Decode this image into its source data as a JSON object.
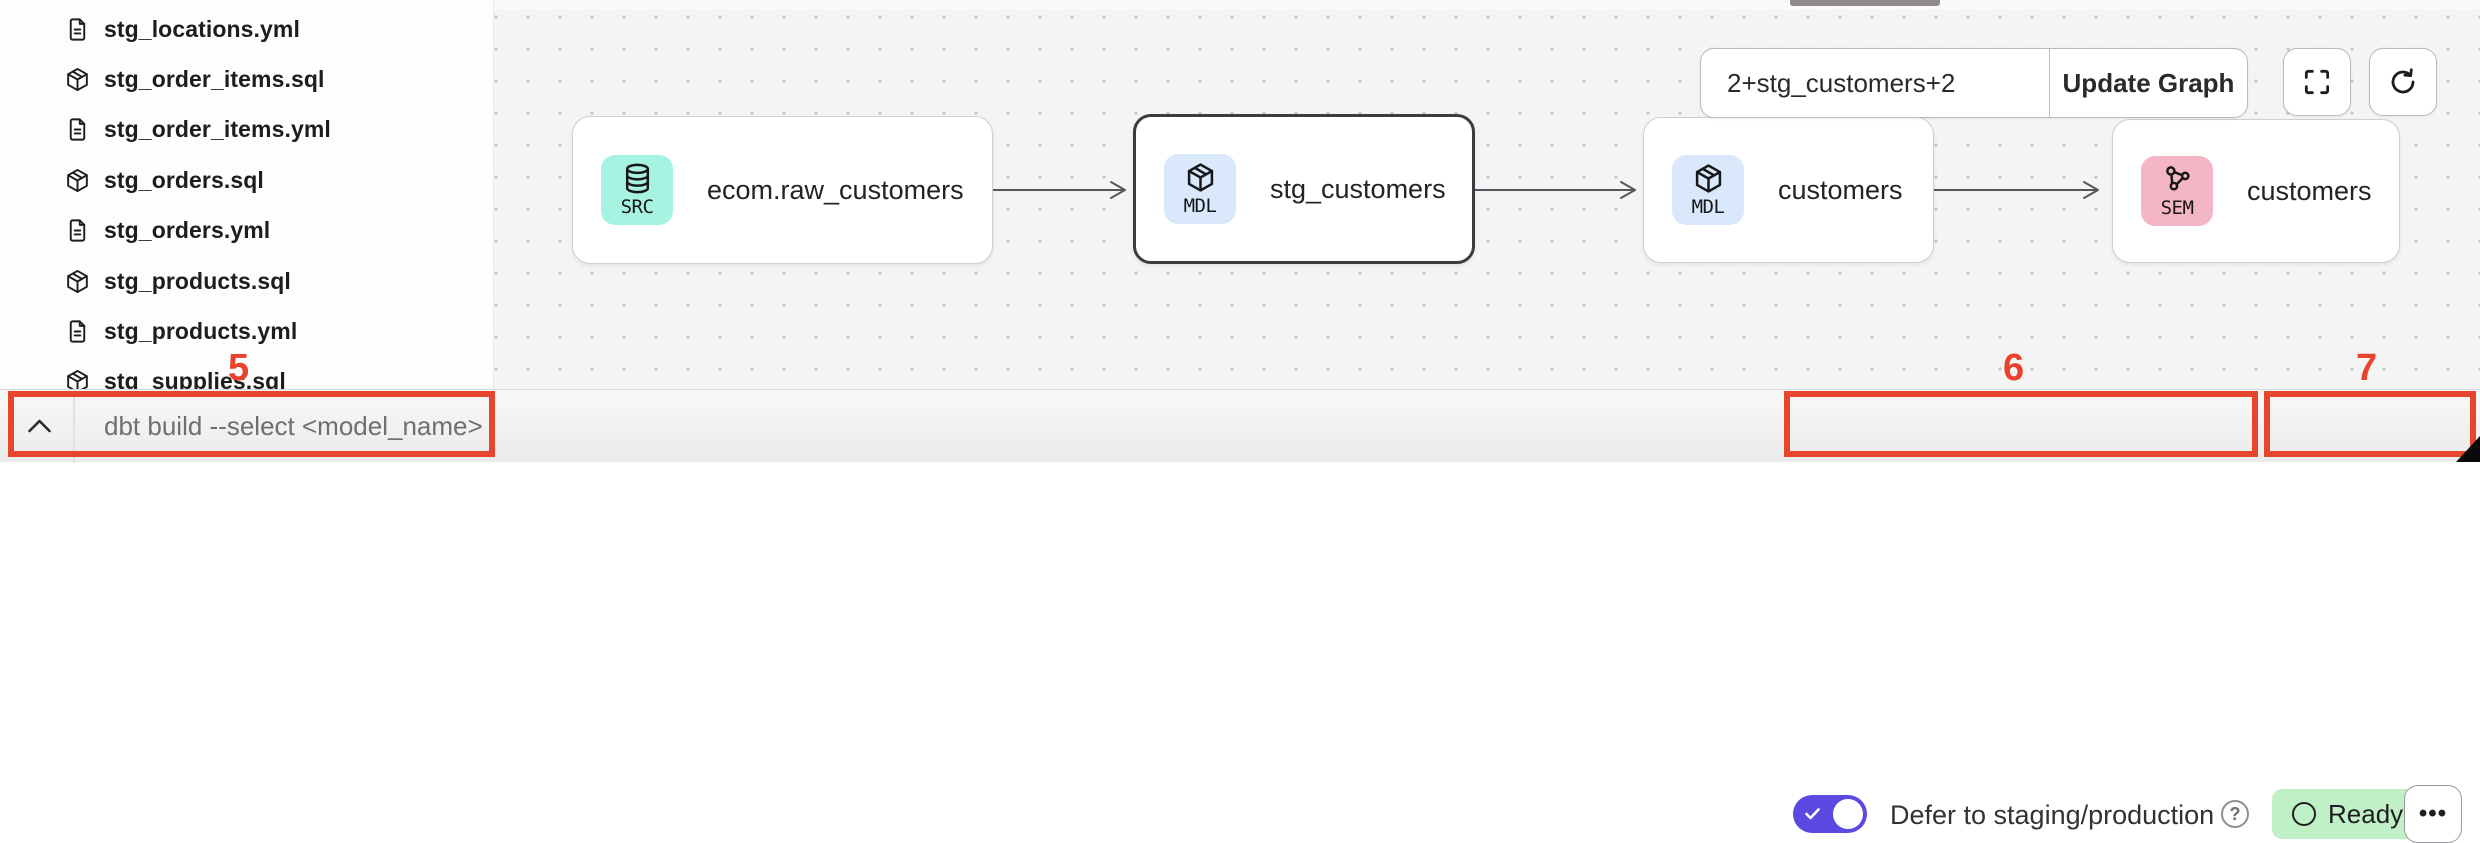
{
  "sidebar": {
    "files": [
      {
        "name": "stg_locations.yml",
        "type": "yml"
      },
      {
        "name": "stg_order_items.sql",
        "type": "sql"
      },
      {
        "name": "stg_order_items.yml",
        "type": "yml"
      },
      {
        "name": "stg_orders.sql",
        "type": "sql"
      },
      {
        "name": "stg_orders.yml",
        "type": "yml"
      },
      {
        "name": "stg_products.sql",
        "type": "sql"
      },
      {
        "name": "stg_products.yml",
        "type": "yml"
      },
      {
        "name": "stg_supplies.sql",
        "type": "sql"
      }
    ]
  },
  "lineage": {
    "selector": {
      "value": "2+stg_customers+2",
      "update_button": "Update Graph"
    },
    "nodes": [
      {
        "badge": "SRC",
        "label": "ecom.raw_customers",
        "icon": "database-icon",
        "badge_color": "#a6f3e2",
        "selected": false
      },
      {
        "badge": "MDL",
        "label": "stg_customers",
        "icon": "cube-icon",
        "badge_color": "#d9e8fb",
        "selected": true
      },
      {
        "badge": "MDL",
        "label": "customers",
        "icon": "cube-icon",
        "badge_color": "#d9e8fb",
        "selected": false
      },
      {
        "badge": "SEM",
        "label": "customers",
        "icon": "semantic-icon",
        "badge_color": "#f4b6c4",
        "selected": false
      }
    ]
  },
  "bottom_bar": {
    "command_placeholder": "dbt build --select <model_name>",
    "defer": {
      "label": "Defer to staging/production",
      "enabled": true
    },
    "status": {
      "label": "Ready"
    },
    "menu_label": "•••"
  },
  "annotations": {
    "step5": "5",
    "step6": "6",
    "step7": "7",
    "box_color": "#e6462d"
  },
  "colors": {
    "toggle_on": "#5b49e2",
    "ready_bg": "#bff0c6",
    "src_badge": "#a6f3e2",
    "mdl_badge": "#d9e8fb",
    "sem_badge": "#f4b6c4",
    "canvas_bg": "#f4f4f5",
    "edge": "#56565c"
  }
}
